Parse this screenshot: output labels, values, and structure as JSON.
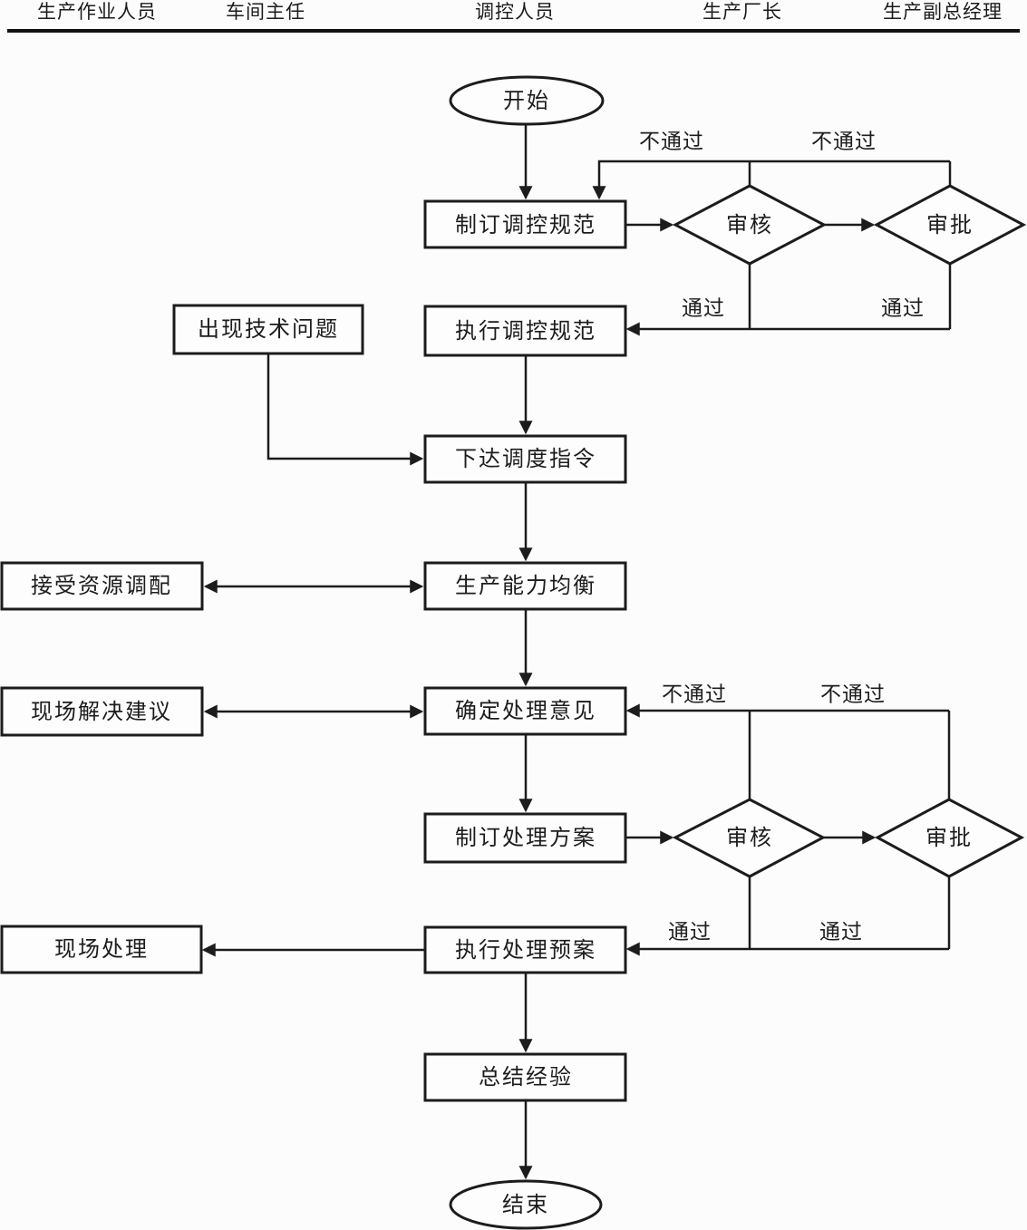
{
  "header": {
    "lanes": [
      {
        "label": "生产作业人员"
      },
      {
        "label": "车间主任"
      },
      {
        "label": "调控人员"
      },
      {
        "label": "生产厂长"
      },
      {
        "label": "生产副总经理"
      }
    ]
  },
  "flowchart": {
    "start": "开始",
    "end": "结束",
    "boxes": {
      "make_spec": "制订调控规范",
      "exec_spec": "执行调控规范",
      "tech_issue": "出现技术问题",
      "dispatch": "下达调度指令",
      "resource": "接受资源调配",
      "capacity": "生产能力均衡",
      "site_suggestion": "现场解决建议",
      "decide_opinion": "确定处理意见",
      "make_plan": "制订处理方案",
      "site_handle": "现场处理",
      "exec_plan": "执行处理预案",
      "summary": "总结经验"
    },
    "decisions": {
      "review": "审核",
      "approve": "审批"
    },
    "edge_labels": {
      "reject": "不通过",
      "pass": "通过"
    }
  },
  "colors": {
    "line": "#1c1c1c",
    "background": "#fcfcfc"
  }
}
